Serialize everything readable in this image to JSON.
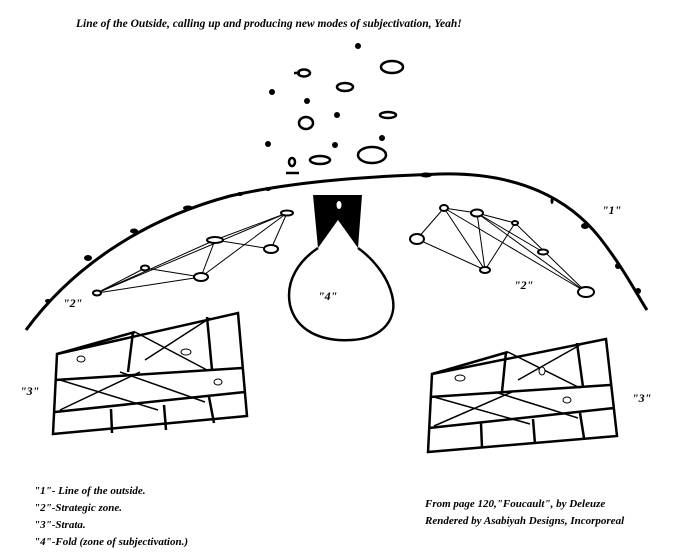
{
  "title": "Line of the Outside, calling up and producing new modes of subjectivation, Yeah!",
  "labels": {
    "one": "\"1\"",
    "two_left": "\"2\"",
    "two_right": "\"2\"",
    "three_left": "\"3\"",
    "three_right": "\"3\"",
    "four": "\"4\""
  },
  "legend": [
    "\"1\"- Line of the outside.",
    "\"2\"-Strategic zone.",
    "\"3\"-Strata.",
    "\"4\"-Fold (zone of subjectivation.)"
  ],
  "credit": [
    "From page 120,\"Foucault\", by Deleuze",
    "Rendered by Asabiyah Designs, Incorporeal"
  ],
  "colors": {
    "ink": "#000000",
    "background": "#ffffff"
  }
}
